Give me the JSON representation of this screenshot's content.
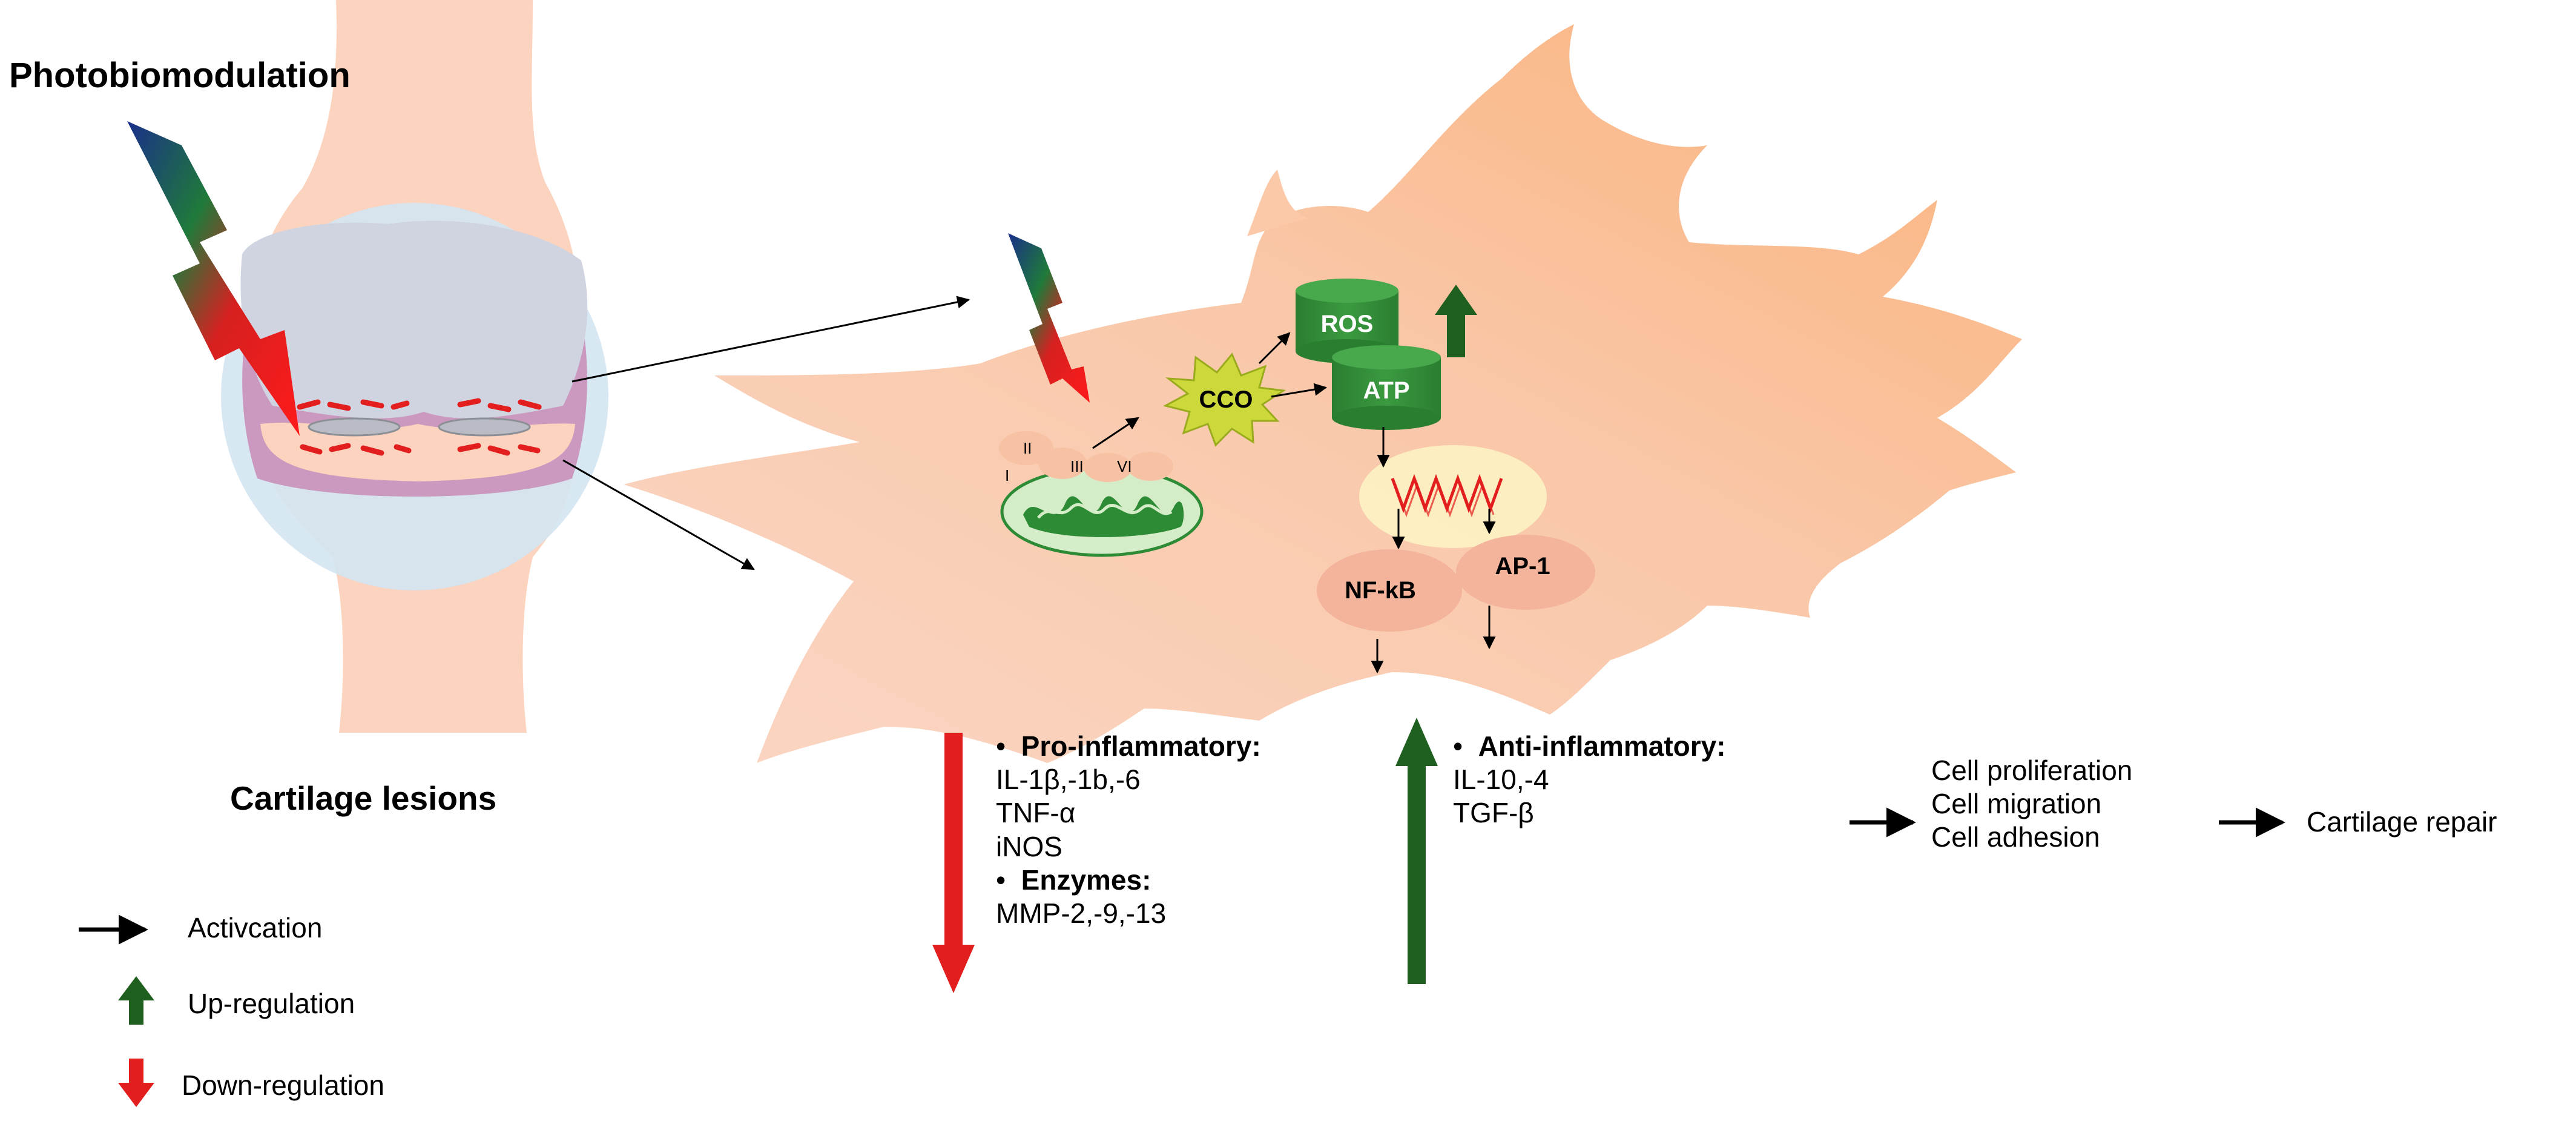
{
  "title": "Photobiomodulation",
  "joint_caption": "Cartilage lesions",
  "complexes": [
    "I",
    "II",
    "III",
    "VI"
  ],
  "nodes": {
    "cco": "CCO",
    "ros": "ROS",
    "atp": "ATP",
    "nfkb": "NF-kB",
    "ap1": "AP-1"
  },
  "pro": {
    "bullet": "•",
    "header": "Pro-inflammatory:",
    "items": [
      "IL-1β,-1b,-6",
      "TNF-α",
      "iNOS"
    ],
    "enzymes_header": "Enzymes:",
    "enzymes_items": [
      "MMP-2,-9,-13"
    ]
  },
  "anti": {
    "bullet": "•",
    "header": "Anti-inflammatory:",
    "items": [
      "IL-10,-4",
      "TGF-β"
    ]
  },
  "outcomes": [
    "Cell proliferation",
    "Cell migration",
    "Cell adhesion"
  ],
  "final": "Cartilage repair",
  "legend": [
    {
      "icon": "black-arrow",
      "label": "Activcation"
    },
    {
      "icon": "green-up-arrow",
      "label": "Up-regulation"
    },
    {
      "icon": "red-down-arrow",
      "label": "Down-regulation"
    }
  ],
  "colors": {
    "skin": "#fbd3be",
    "cell_light": "#f9cdb4",
    "cell_orange": "#fbb987",
    "green": "#2e8b35",
    "dark_green": "#1f5f1f",
    "red": "#e31e1e",
    "cco_yellow": "#cdd93a",
    "nucleus": "#fdf0c2",
    "tf_oval": "#f4b49c",
    "joint_blue": "#d3e5f2",
    "cartilage": "#d0d4e0",
    "synovium": "#c98bb6"
  }
}
